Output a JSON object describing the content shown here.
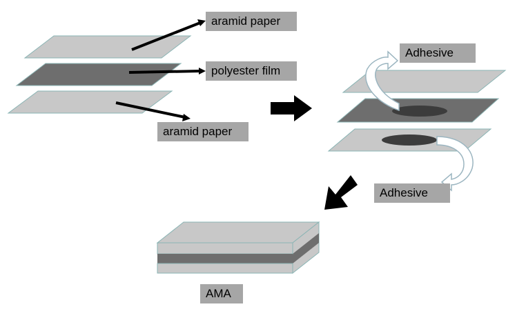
{
  "labels": {
    "aramid_top": "aramid paper",
    "polyester": "polyester film",
    "aramid_bottom": "aramid paper",
    "adhesive_top": "Adhesive",
    "adhesive_bottom": "Adhesive",
    "ama": "AMA"
  },
  "colors": {
    "light_sheet": "#c8c8c8",
    "sheet_edge": "#8ab4b4",
    "dark_sheet": "#6e6e6e",
    "adhesive_spot": "#3c3c3c",
    "label_bg": "#a6a6a6",
    "arrow": "#000000",
    "curved_arrow_fill": "#ffffff",
    "curved_arrow_stroke": "#9bb5c0"
  }
}
